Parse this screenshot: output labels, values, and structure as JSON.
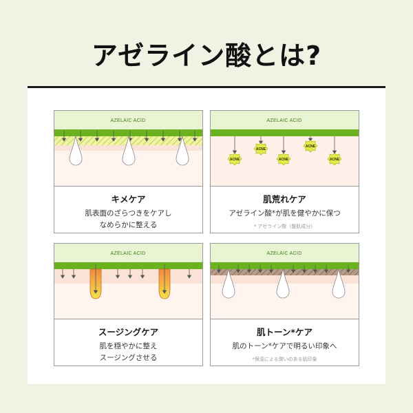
{
  "title": "アゼライン酸とは?",
  "badge_text": "AZELAIC ACID",
  "acne_label": "ACNE",
  "colors": {
    "green_band": "#6ab21e",
    "label_strip": "#e9f4d2",
    "skin": "#fbe2d7",
    "hatch": "#e8ef7a",
    "acne": "#e5ea4b"
  },
  "cards": [
    {
      "title": "キメケア",
      "lines": [
        "肌表面のざらつきをケアし",
        "なめらかに整える"
      ],
      "note": ""
    },
    {
      "title": "肌荒れケア",
      "lines": [
        "アゼライン酸*が肌を健やかに保つ"
      ],
      "note": "* アゼライン酸（整肌成分）"
    },
    {
      "title": "スージングケア",
      "lines": [
        "肌を穏やかに整え",
        "スージングさせる"
      ],
      "note": ""
    },
    {
      "title": "肌トーン*ケア",
      "lines": [
        "肌のトーン*ケアで明るい印象へ"
      ],
      "note": "*保湿による潤いのある肌印象"
    }
  ]
}
